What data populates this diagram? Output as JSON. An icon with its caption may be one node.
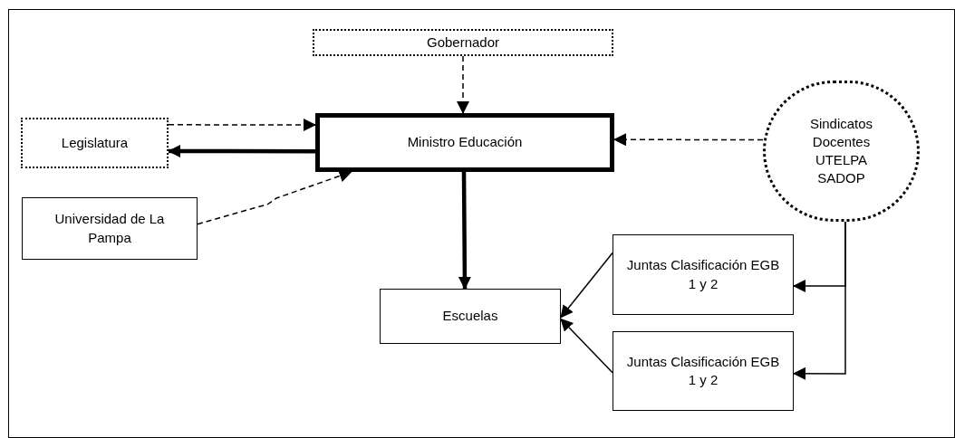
{
  "diagram": {
    "nodes": [
      {
        "text": [
          "Gobernador"
        ]
      },
      {
        "text": [
          "Ministro Educación"
        ]
      },
      {
        "text": [
          "Legislatura"
        ]
      },
      {
        "text": [
          "Universidad de La Pampa"
        ]
      },
      {
        "text": [
          "Sindicatos Docentes UTELPA SADOP"
        ]
      },
      {
        "text": [
          "Escuelas"
        ]
      },
      {
        "text": [
          "Juntas Clasificación EGB 1 y 2"
        ]
      },
      {
        "text": [
          "Juntas Clasificación EGB 1 y 2"
        ]
      }
    ],
    "edges": [
      {
        "from": 0,
        "to": 1,
        "arrow": "to",
        "style": "dashed"
      },
      {
        "from": 2,
        "to": 1,
        "arrow": "to",
        "style": "dashed"
      },
      {
        "from": 1,
        "to": 2,
        "arrow": "to",
        "style": "thick"
      },
      {
        "from": 3,
        "to": 1,
        "arrow": "to",
        "style": "dashed"
      },
      {
        "from": 4,
        "to": 1,
        "arrow": "to",
        "style": "dashed"
      },
      {
        "from": 1,
        "to": 5,
        "arrow": "to",
        "style": "thick"
      },
      {
        "from": 6,
        "to": 5,
        "arrow": "to"
      },
      {
        "from": 7,
        "to": 5,
        "arrow": "to"
      },
      {
        "from": 4,
        "to": 6,
        "arrow": "to"
      },
      {
        "from": 4,
        "to": 7,
        "arrow": "to"
      }
    ]
  }
}
